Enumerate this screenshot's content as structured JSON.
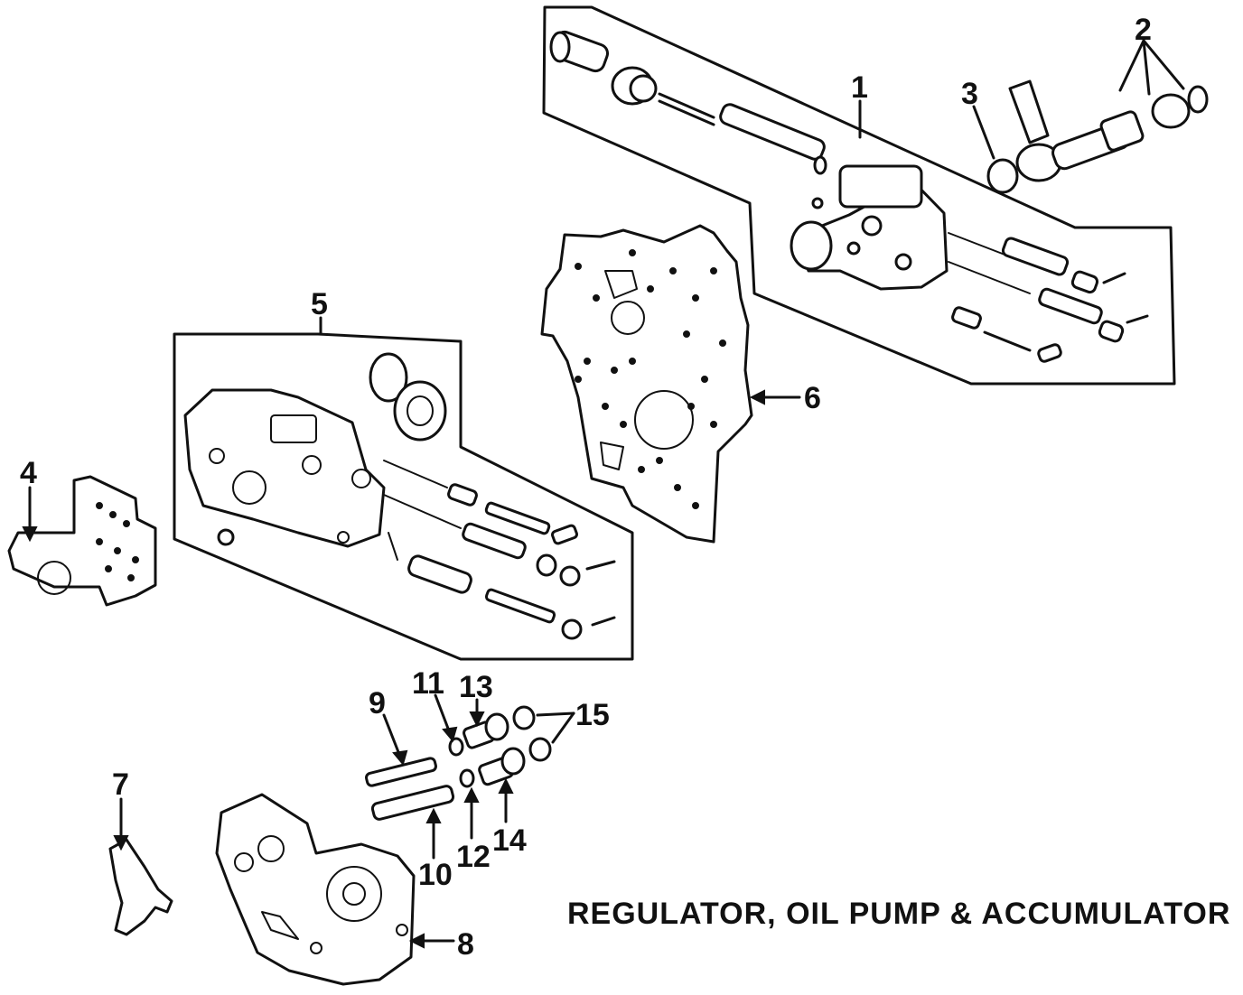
{
  "caption": "REGULATOR, OIL PUMP & ACCUMULATOR",
  "callouts": [
    "1",
    "2",
    "3",
    "4",
    "5",
    "6",
    "7",
    "8",
    "9",
    "10",
    "11",
    "12",
    "13",
    "14",
    "15"
  ]
}
